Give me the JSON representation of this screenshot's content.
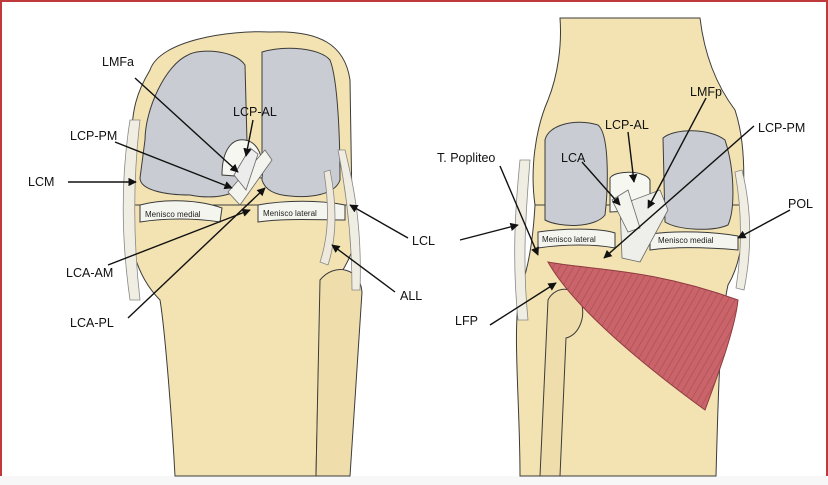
{
  "colors": {
    "frame": "#c0393b",
    "bone": "#f3e3b2",
    "cartilage": "#c9ccd2",
    "meniscus": "#f5f5f0",
    "muscle": "#c65a5f",
    "outline": "#3b3b3b"
  },
  "anterior_view": {
    "labels": {
      "lmfa": "LMFa",
      "lcp_al": "LCP-AL",
      "lcp_pm": "LCP-PM",
      "lcm": "LCM",
      "lca_am": "LCA-AM",
      "lca_pl": "LCA-PL",
      "lcl": "LCL",
      "all": "ALL",
      "menisco_medial": "Menisco medial",
      "menisco_lateral": "Menisco lateral"
    }
  },
  "posterior_view": {
    "labels": {
      "lmfp": "LMFp",
      "lcp_al": "LCP-AL",
      "lcp_pm": "LCP-PM",
      "lca": "LCA",
      "t_popliteo": "T. Popliteo",
      "pol": "POL",
      "lfp": "LFP",
      "menisco_lateral": "Menisco lateral",
      "menisco_medial": "Menisco medial"
    }
  }
}
